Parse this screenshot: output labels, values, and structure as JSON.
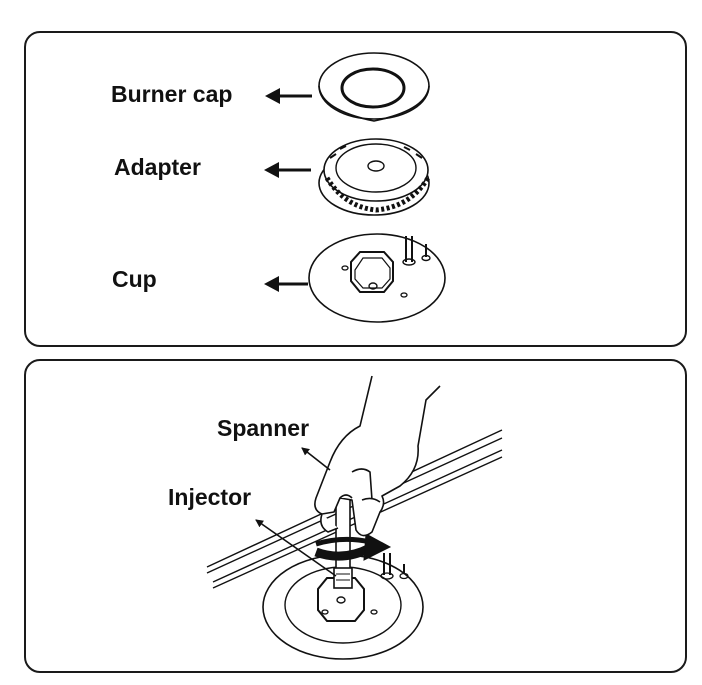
{
  "top_panel": {
    "labels": {
      "burner_cap": "Burner cap",
      "adapter": "Adapter",
      "cup": "Cup"
    }
  },
  "bottom_panel": {
    "labels": {
      "spanner": "Spanner",
      "injector": "Injector"
    }
  }
}
